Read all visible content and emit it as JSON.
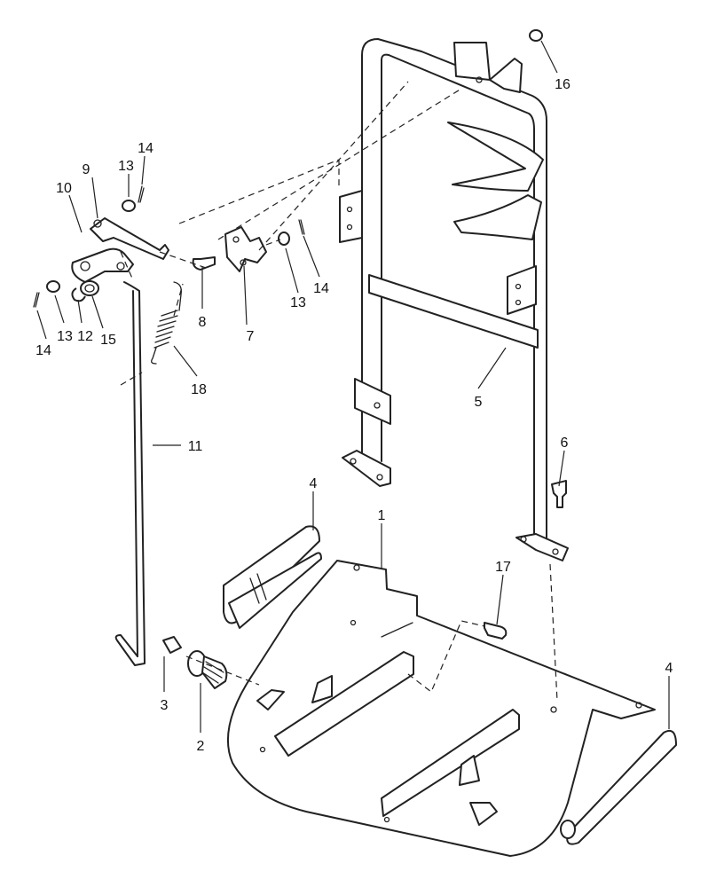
{
  "diagram": {
    "type": "exploded-parts-diagram",
    "callouts": [
      {
        "id": "c1",
        "text": "1"
      },
      {
        "id": "c2",
        "text": "2"
      },
      {
        "id": "c3",
        "text": "3"
      },
      {
        "id": "c4a",
        "text": "4"
      },
      {
        "id": "c4b",
        "text": "4"
      },
      {
        "id": "c5",
        "text": "5"
      },
      {
        "id": "c6",
        "text": "6"
      },
      {
        "id": "c7",
        "text": "7"
      },
      {
        "id": "c8",
        "text": "8"
      },
      {
        "id": "c9",
        "text": "9"
      },
      {
        "id": "c10",
        "text": "10"
      },
      {
        "id": "c11",
        "text": "11"
      },
      {
        "id": "c12",
        "text": "12"
      },
      {
        "id": "c13a",
        "text": "13"
      },
      {
        "id": "c13b",
        "text": "13"
      },
      {
        "id": "c13c",
        "text": "13"
      },
      {
        "id": "c14a",
        "text": "14"
      },
      {
        "id": "c14b",
        "text": "14"
      },
      {
        "id": "c14c",
        "text": "14"
      },
      {
        "id": "c15",
        "text": "15"
      },
      {
        "id": "c16",
        "text": "16"
      },
      {
        "id": "c17",
        "text": "17"
      },
      {
        "id": "c18",
        "text": "18"
      }
    ]
  }
}
